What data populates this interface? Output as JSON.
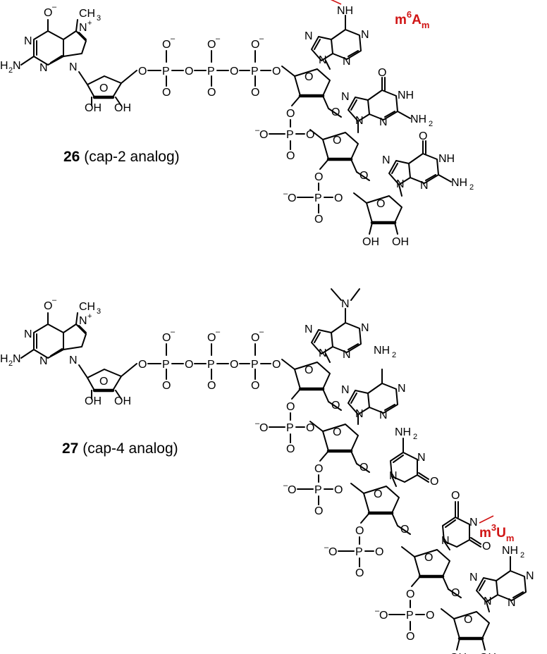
{
  "compounds": [
    {
      "number": "26",
      "name": "(cap-2 analog)",
      "modification": {
        "base": "m",
        "superscript": "6",
        "letter": "A",
        "subscript": "m"
      },
      "atoms": {
        "cap": [
          "O",
          "–",
          "CH",
          "3",
          "N",
          "+",
          "N",
          "N",
          "N",
          "H",
          "2",
          "N",
          "O",
          "OH",
          "OH",
          "O"
        ],
        "triphosphate": [
          "O",
          "–",
          "P",
          "O",
          "O",
          "–",
          "P",
          "O",
          "O",
          "–",
          "P",
          "O",
          "O",
          "O",
          "O"
        ]
      }
    },
    {
      "number": "27",
      "name": "(cap-4 analog)",
      "modification": {
        "base": "m",
        "superscript": "3",
        "letter": "U",
        "subscript": "m"
      },
      "atoms": {}
    }
  ],
  "colors": {
    "highlight": "#d01414",
    "ink": "#000000"
  }
}
